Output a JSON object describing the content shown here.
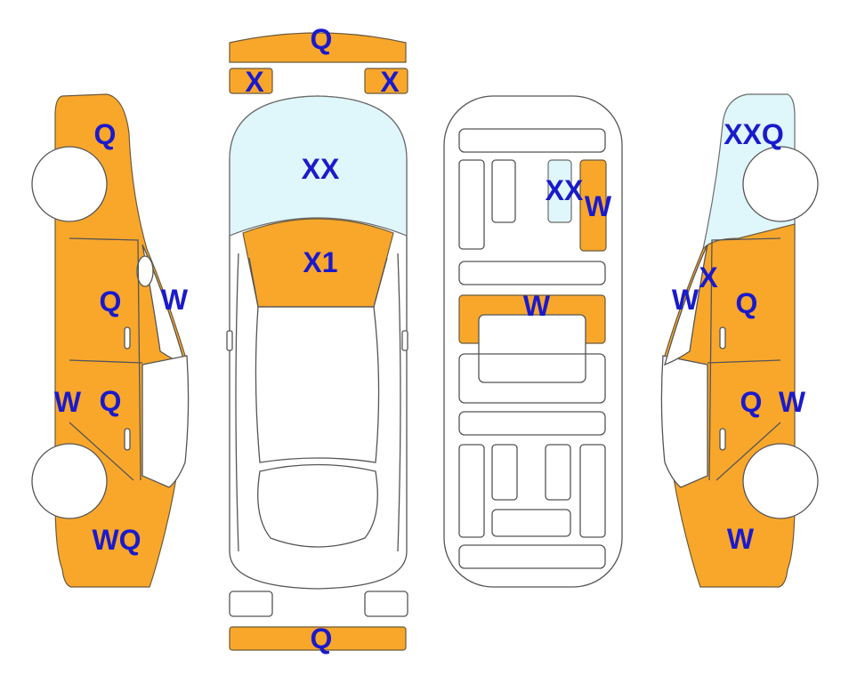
{
  "colors": {
    "damaged_panel": "#f9a72b",
    "glass": "#dff6fb",
    "mark_text": "#1a1acc",
    "outline": "#555555"
  },
  "marks": {
    "front_bumper": "Q",
    "front_left_light": "X",
    "front_right_light": "X",
    "windshield": "XX",
    "hood": "X1",
    "rear_bumper": "Q",
    "interior_glass": "XX",
    "interior_panel_right": "W",
    "interior_center": "W",
    "left_front_fender": "Q",
    "left_front_door": "Q",
    "left_front_door_edge": "W",
    "left_rear_door": "Q",
    "left_rocker": "W",
    "left_rear_quarter": "WQ",
    "right_rear_glass": "XXQ",
    "right_pillar": "X",
    "right_front_door_edge": "W",
    "right_front_door": "Q",
    "right_rear_door": "Q",
    "right_rocker": "W",
    "right_rear_quarter": "W"
  }
}
